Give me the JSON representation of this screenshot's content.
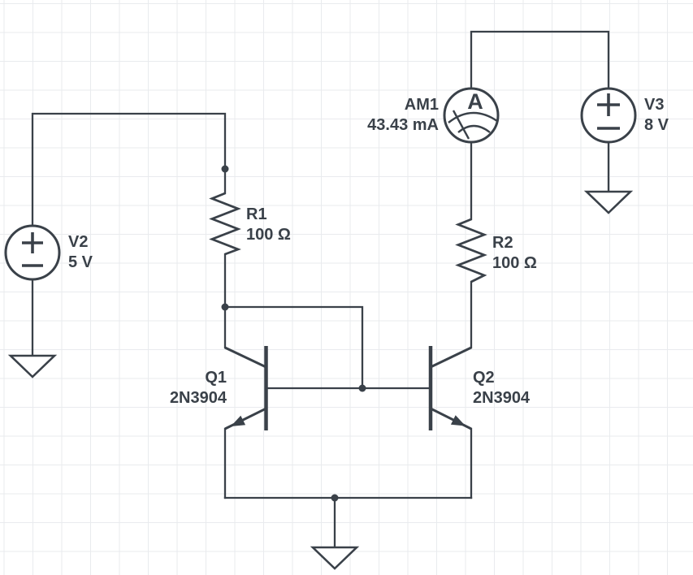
{
  "canvas": {
    "background_color": "#ffffff",
    "grid_color": "#e9ebee",
    "stroke_color": "#3a4149"
  },
  "components": {
    "v2": {
      "designator": "V2",
      "value": "5 V",
      "type": "voltage-source"
    },
    "v3": {
      "designator": "V3",
      "value": "8 V",
      "type": "voltage-source"
    },
    "r1": {
      "designator": "R1",
      "value": "100 Ω",
      "type": "resistor"
    },
    "r2": {
      "designator": "R2",
      "value": "100 Ω",
      "type": "resistor"
    },
    "am1": {
      "designator": "AM1",
      "value": "43.43 mA",
      "type": "ammeter",
      "meter_letter": "A"
    },
    "q1": {
      "designator": "Q1",
      "value": "2N3904",
      "type": "npn-transistor"
    },
    "q2": {
      "designator": "Q2",
      "value": "2N3904",
      "type": "npn-transistor"
    }
  }
}
